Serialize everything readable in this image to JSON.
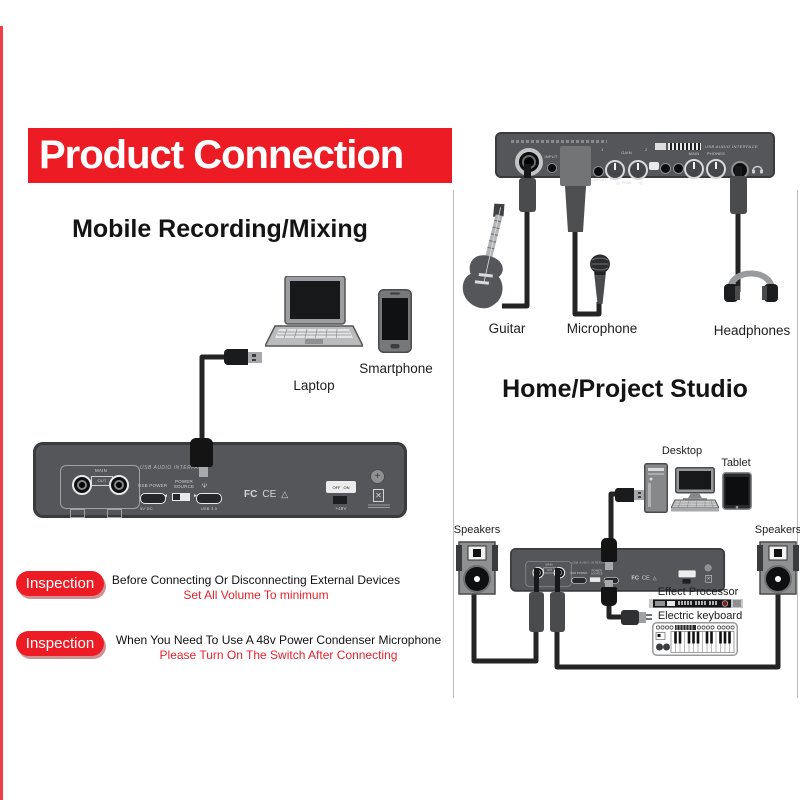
{
  "poster": {
    "banner": {
      "title": "Product Connection"
    },
    "mobile": {
      "heading": "Mobile Recording/Mixing",
      "laptop_label": "Laptop",
      "smartphone_label": "Smartphone"
    },
    "back_panel": {
      "brand": "USB AUDIO INTERFACE",
      "main": "MAIN",
      "out": "OUT",
      "usb_power": "USB POWER",
      "dc": "5V DC",
      "power_source": "POWER SOURCE",
      "usb_port": "USB 3.0",
      "fcc": "FC",
      "ce": "CE",
      "off": "OFF",
      "on": "ON",
      "phantom": "+48V"
    },
    "inspections": [
      {
        "badge": "Inspection",
        "line1": "Before Connecting Or Disconnecting External Devices",
        "line2": "Set All Volume To minimum"
      },
      {
        "badge": "Inspection",
        "line1": "When You Need To Use A 48v Power Condenser Microphone",
        "line2": "Please Turn On The Switch After Connecting"
      }
    ],
    "front_panel": {
      "brand": "USB AUDIO INTERFACE",
      "input": "INPUT",
      "low_cut": "LOW CUT",
      "gain": "GAIN",
      "one": "1",
      "two": "2",
      "peak": "PEAK",
      "main": "MAIN",
      "phones": "PHONES"
    },
    "studio": {
      "heading": "Home/Project Studio",
      "guitar_label": "Guitar",
      "microphone_label": "Microphone",
      "headphones_label": "Headphones",
      "desktop_label": "Desktop",
      "tablet_label": "Tablet",
      "speakers_left_label": "Speakers",
      "speakers_right_label": "Speakers",
      "effect_processor_label": "Effect Processor",
      "electric_keyboard_label": "Electric keyboard"
    },
    "colors": {
      "accent_red": "#ed1c24",
      "panel_gray": "#55565a",
      "red_text": "#e8222c"
    }
  }
}
